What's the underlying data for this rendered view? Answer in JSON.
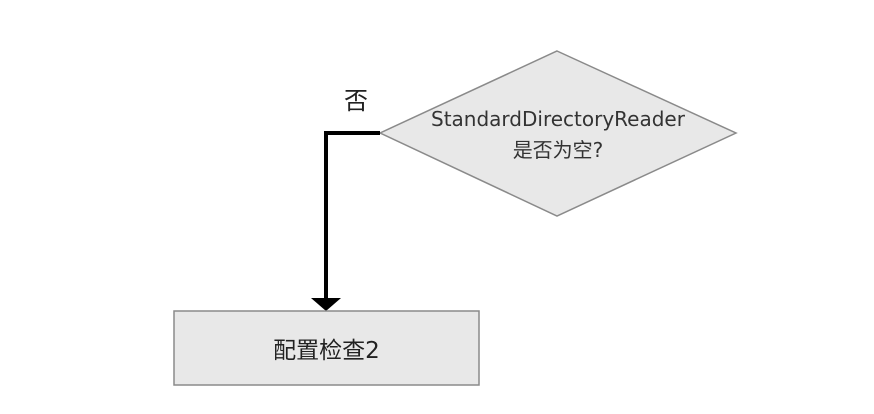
{
  "diagram": {
    "decision": {
      "line1": "StandardDirectoryReader",
      "line2": "是否为空?"
    },
    "edge_label": "否",
    "process": {
      "label": "配置检查2"
    },
    "colors": {
      "shape_fill": "#e8e8e8",
      "shape_stroke": "#8a8a8a",
      "connector": "#000000"
    }
  }
}
